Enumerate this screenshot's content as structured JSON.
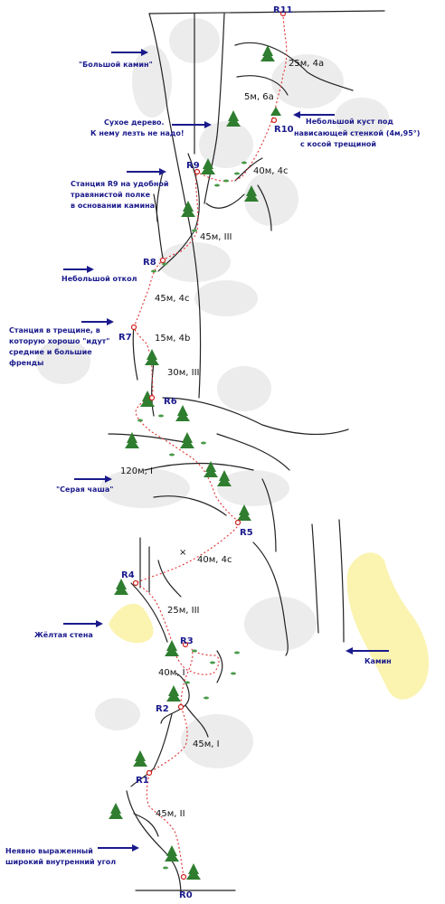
{
  "stations": {
    "r0": "R0",
    "r1": "R1",
    "r2": "R2",
    "r3": "R3",
    "r4": "R4",
    "r5": "R5",
    "r6": "R6",
    "r7": "R7",
    "r8": "R8",
    "r9": "R9",
    "r10": "R10",
    "r11": "R11"
  },
  "pitches": {
    "p1": "45м, II",
    "p2": "45м, I",
    "p3": "40м, I",
    "p4": "25м, III",
    "p5": "40м, 4с",
    "p6": "120м, I",
    "p7": "30м, III",
    "p8": "15м, 4b",
    "p9": "45м, 4с",
    "p10": "45м, III",
    "p11": "40м, 4с",
    "p12": "5м, 6а",
    "p13": "25м, 4а"
  },
  "notes": {
    "big_chimney": "\"Большой камин\"",
    "dry_tree": [
      "Сухое дерево.",
      "К нему лезть не надо!"
    ],
    "small_bush": [
      "Небольшой куст под",
      "нависающей стенкой (4м,95°)",
      "с косой трещиной"
    ],
    "station_r9": [
      "Станция R9 на удобной",
      "травянистой полке",
      "в основании камина"
    ],
    "small_flake": "Небольшой откол",
    "station_crack": [
      "Станция в трещине, в",
      "которую хорошо \"идут\"",
      "средние и большие",
      "френды"
    ],
    "grey_bowl": "\"Серая чаша\"",
    "yellow_wall": "Жёлтая стена",
    "chimney": "Камин",
    "inner_corner": [
      "Неявно выраженный",
      "широкий внутренний угол"
    ]
  }
}
